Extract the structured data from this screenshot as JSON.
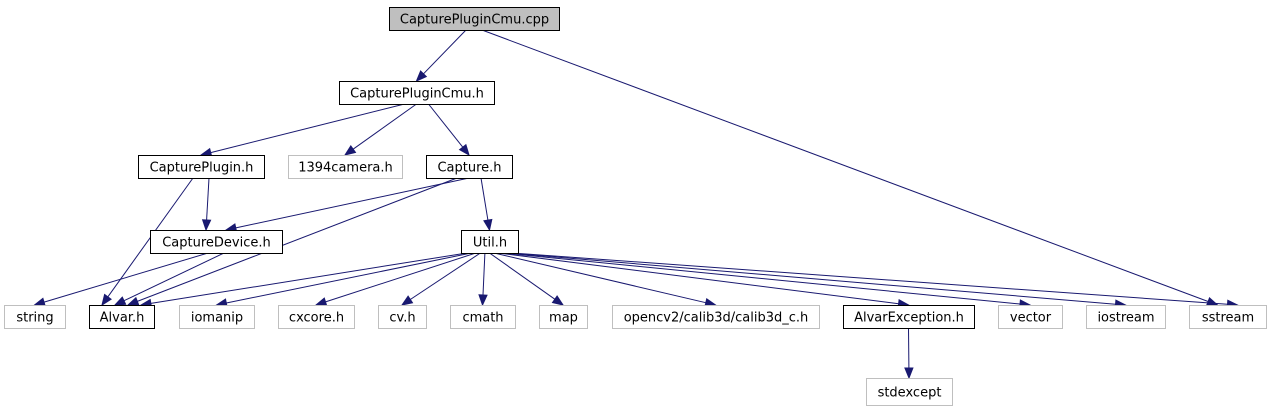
{
  "colors": {
    "root_fill": "#bfbfbf",
    "node_fill": "#ffffff",
    "documented_border": "#000000",
    "undocumented_border": "#bfbfbf",
    "edge": "#191970"
  },
  "nodes": [
    {
      "id": "capturepluginCmu_cpp",
      "label": "CapturePluginCmu.cpp",
      "style": "root"
    },
    {
      "id": "capturepluginCmu_h",
      "label": "CapturePluginCmu.h",
      "style": "documented"
    },
    {
      "id": "captureplugin_h",
      "label": "CapturePlugin.h",
      "style": "documented"
    },
    {
      "id": "camera1394_h",
      "label": "1394camera.h",
      "style": "external"
    },
    {
      "id": "capture_h",
      "label": "Capture.h",
      "style": "documented"
    },
    {
      "id": "capturedevice_h",
      "label": "CaptureDevice.h",
      "style": "documented"
    },
    {
      "id": "util_h",
      "label": "Util.h",
      "style": "documented"
    },
    {
      "id": "string",
      "label": "string",
      "style": "external"
    },
    {
      "id": "alvar_h",
      "label": "Alvar.h",
      "style": "documented"
    },
    {
      "id": "iomanip",
      "label": "iomanip",
      "style": "external"
    },
    {
      "id": "cxcore_h",
      "label": "cxcore.h",
      "style": "external"
    },
    {
      "id": "cv_h",
      "label": "cv.h",
      "style": "external"
    },
    {
      "id": "cmath",
      "label": "cmath",
      "style": "external"
    },
    {
      "id": "map",
      "label": "map",
      "style": "external"
    },
    {
      "id": "calib3d_c_h",
      "label": "opencv2/calib3d/calib3d_c.h",
      "style": "external"
    },
    {
      "id": "alvarexception_h",
      "label": "AlvarException.h",
      "style": "documented"
    },
    {
      "id": "vector",
      "label": "vector",
      "style": "external"
    },
    {
      "id": "iostream",
      "label": "iostream",
      "style": "external"
    },
    {
      "id": "sstream",
      "label": "sstream",
      "style": "external"
    },
    {
      "id": "stdexcept",
      "label": "stdexcept",
      "style": "external"
    }
  ],
  "edges": [
    {
      "from": "capturepluginCmu_cpp",
      "to": "capturepluginCmu_h"
    },
    {
      "from": "capturepluginCmu_cpp",
      "to": "sstream"
    },
    {
      "from": "capturepluginCmu_h",
      "to": "captureplugin_h"
    },
    {
      "from": "capturepluginCmu_h",
      "to": "camera1394_h"
    },
    {
      "from": "capturepluginCmu_h",
      "to": "capture_h"
    },
    {
      "from": "captureplugin_h",
      "to": "capturedevice_h"
    },
    {
      "from": "captureplugin_h",
      "to": "alvar_h"
    },
    {
      "from": "capture_h",
      "to": "capturedevice_h"
    },
    {
      "from": "capture_h",
      "to": "alvar_h"
    },
    {
      "from": "capture_h",
      "to": "util_h"
    },
    {
      "from": "capturedevice_h",
      "to": "string"
    },
    {
      "from": "capturedevice_h",
      "to": "alvar_h"
    },
    {
      "from": "util_h",
      "to": "alvar_h"
    },
    {
      "from": "util_h",
      "to": "iomanip"
    },
    {
      "from": "util_h",
      "to": "cxcore_h"
    },
    {
      "from": "util_h",
      "to": "cv_h"
    },
    {
      "from": "util_h",
      "to": "cmath"
    },
    {
      "from": "util_h",
      "to": "map"
    },
    {
      "from": "util_h",
      "to": "calib3d_c_h"
    },
    {
      "from": "util_h",
      "to": "alvarexception_h"
    },
    {
      "from": "util_h",
      "to": "vector"
    },
    {
      "from": "util_h",
      "to": "iostream"
    },
    {
      "from": "util_h",
      "to": "sstream"
    },
    {
      "from": "alvarexception_h",
      "to": "stdexcept"
    }
  ]
}
